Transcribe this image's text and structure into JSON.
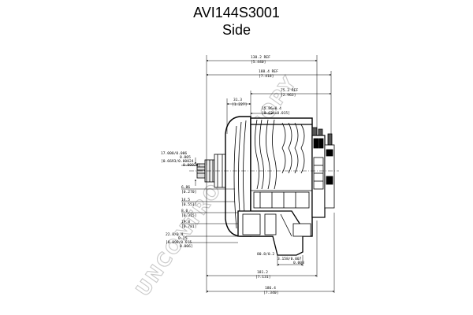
{
  "header": {
    "part_number": "AVI144S3001",
    "view": "Side"
  },
  "watermark": "UNCONTROLLED COPY",
  "dimensions": {
    "top_1": [
      "138.2 REF",
      "[5.440]"
    ],
    "top_2": [
      "188.4 REF",
      "[7.418]"
    ],
    "top_3": [
      "75.3 REF",
      "[2.963]"
    ],
    "top_4": [
      "31.3",
      "[1.227]"
    ],
    "top_5": [
      "15.86±0.4",
      "[0.624±0.015]"
    ],
    "shaft": [
      "17.000/0.006",
      "0.005",
      "[0.6693/0.00024",
      "0.00020]"
    ],
    "left_1": [
      "6.86",
      "[0.270]"
    ],
    "left_2": [
      "14.5",
      "[0.551]"
    ],
    "left_3": [
      "8.0",
      "[0.315]"
    ],
    "left_4": [
      "19.8",
      "[0.781]"
    ],
    "left_5": [
      "22.8/0.4",
      "0.15",
      "[0.898/0.015",
      "0.006]"
    ],
    "bottom_1": [
      "80.8/0.2",
      "3.158/0.007",
      "0.008"
    ],
    "bottom_2": [
      "181.2",
      "[7.131]"
    ],
    "bottom_3": [
      "186.4",
      "[7.340]"
    ]
  },
  "colors": {
    "line": "#000000",
    "watermark": "#c9c9c9"
  }
}
